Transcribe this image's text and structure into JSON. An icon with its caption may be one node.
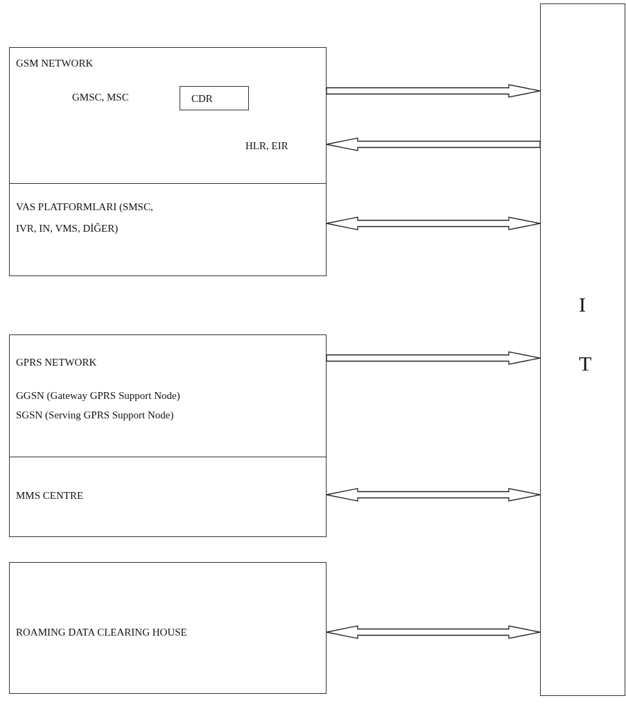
{
  "diagram": {
    "nodes": [
      {
        "text": [
          "GSM NETWORK",
          "GMSC, MSC",
          "HLR, EIR"
        ]
      },
      {
        "text": [
          "CDR"
        ],
        "in": 0
      },
      {
        "text": [
          "VAS PLATFORMLARI (SMSC, IVR, IN, VMS, DİĞER)"
        ]
      },
      {
        "text": [
          "GPRS NETWORK",
          "GGSN (Gateway GPRS Support Node)",
          "SGSN (Serving GPRS Support Node)"
        ]
      },
      {
        "text": [
          "MMS CENTRE"
        ]
      },
      {
        "text": [
          "ROAMING DATA CLEARING HOUSE"
        ]
      },
      {
        "text": [
          "I",
          "T"
        ]
      }
    ],
    "edges": [
      {
        "from": 0,
        "to": 6,
        "arrow": "to"
      },
      {
        "from": 6,
        "to": 0,
        "arrow": "to"
      },
      {
        "from": 2,
        "to": 6,
        "arrow": "both"
      },
      {
        "from": 3,
        "to": 6,
        "arrow": "to"
      },
      {
        "from": 4,
        "to": 6,
        "arrow": "both"
      },
      {
        "from": 5,
        "to": 6,
        "arrow": "both"
      }
    ]
  }
}
